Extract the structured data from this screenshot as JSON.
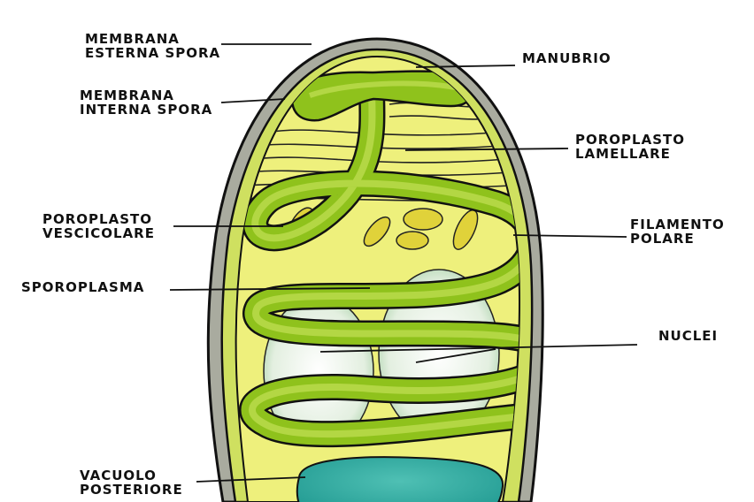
{
  "labels": {
    "membrana_esterna": [
      "MEMBRANA",
      "ESTERNA SPORA"
    ],
    "membrana_interna": [
      "MEMBRANA",
      "INTERNA SPORA"
    ],
    "poroplasto_vescicolare": [
      "POROPLASTO",
      "VESCICOLARE"
    ],
    "sporoplasma": "SPOROPLASMA",
    "vacuolo_posteriore": [
      "VACUOLO",
      "POSTERIORE"
    ],
    "manubrio": "MANUBRIO",
    "poroplasto_lamellare": [
      "POROPLASTO",
      "LAMELLARE"
    ],
    "filamento_polare": [
      "FILAMENTO",
      "POLARE"
    ],
    "nuclei": "NUCLEI"
  },
  "colors": {
    "outer_wall": "#a9ab9f",
    "inner_wall": "#d7e06a",
    "cytoplasm": "#eef07c",
    "filament": "#8fc21c",
    "filament_highlight": "#c2e055",
    "nucleus": "#e6f1e6",
    "vacuole": "#34aaa0",
    "vesicle": "#e0d23a",
    "ink": "#111111"
  }
}
